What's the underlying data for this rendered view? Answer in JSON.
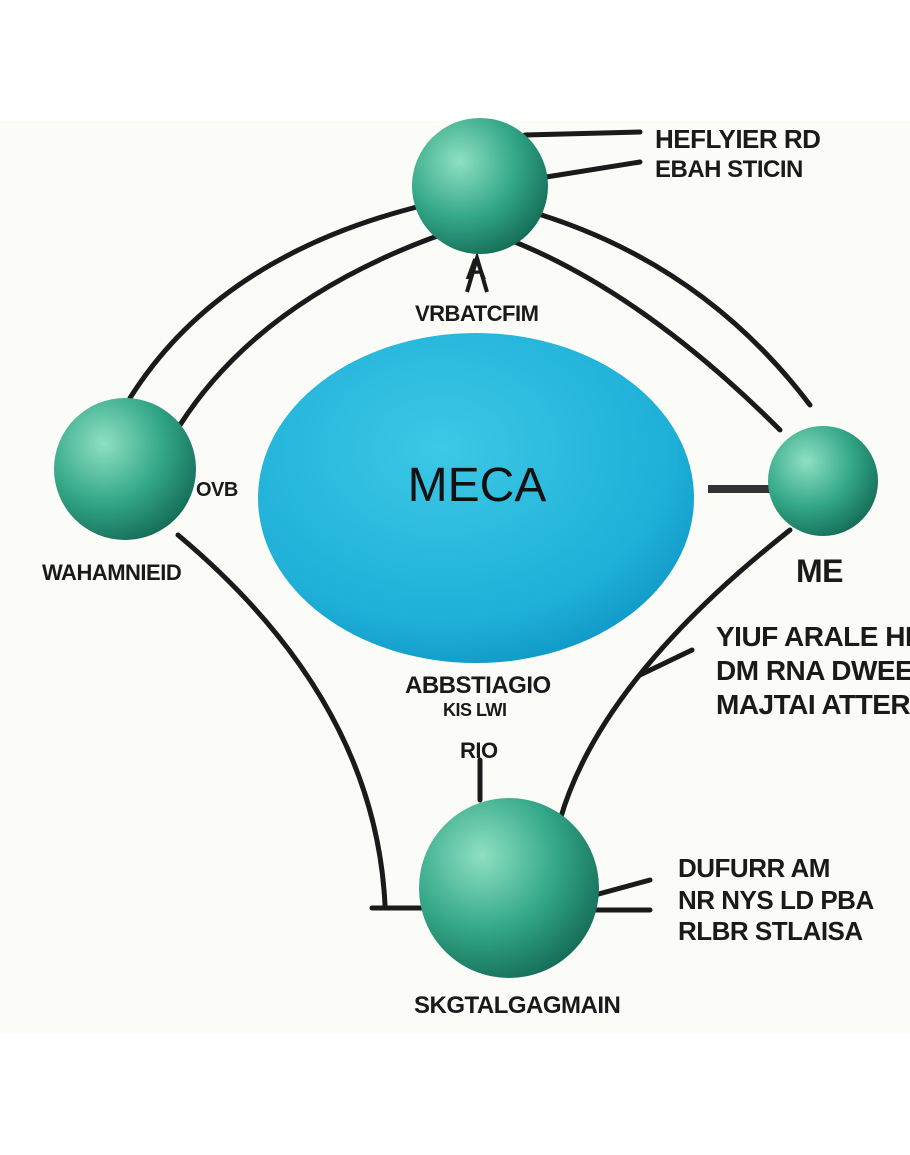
{
  "diagram": {
    "center": {
      "title": "MECA"
    },
    "labels": {
      "top_right_1": "HEFLYIER RD",
      "top_right_2": "EBAH STICIN",
      "top_arrow": "A",
      "top_below": "VRBATCFIM",
      "left_side": "OVB",
      "left_below": "WAHAMNIEID",
      "right_below": "ME",
      "right_block": [
        "YIUF ARALE HR",
        "DM RNA DWEE",
        "MAJTAI ATTERY"
      ],
      "center_below_1": "ABBSTIAGIO",
      "center_below_2": "KIS LWI",
      "center_small": "RIO",
      "bottom_right": [
        "DUFURR AM",
        "NR NYS LD PBA",
        "RLBR STLAISA"
      ],
      "bottom_below": "SKGTALGAGMAIN"
    },
    "colors": {
      "band": "#fbfbf8",
      "ellipse_light": "#3cc8e6",
      "ellipse_dark": "#0a8fc0",
      "node_light": "#8ee0c2",
      "node_mid": "#34a888",
      "node_dark": "#136b55",
      "line": "#1a1a1a"
    }
  }
}
